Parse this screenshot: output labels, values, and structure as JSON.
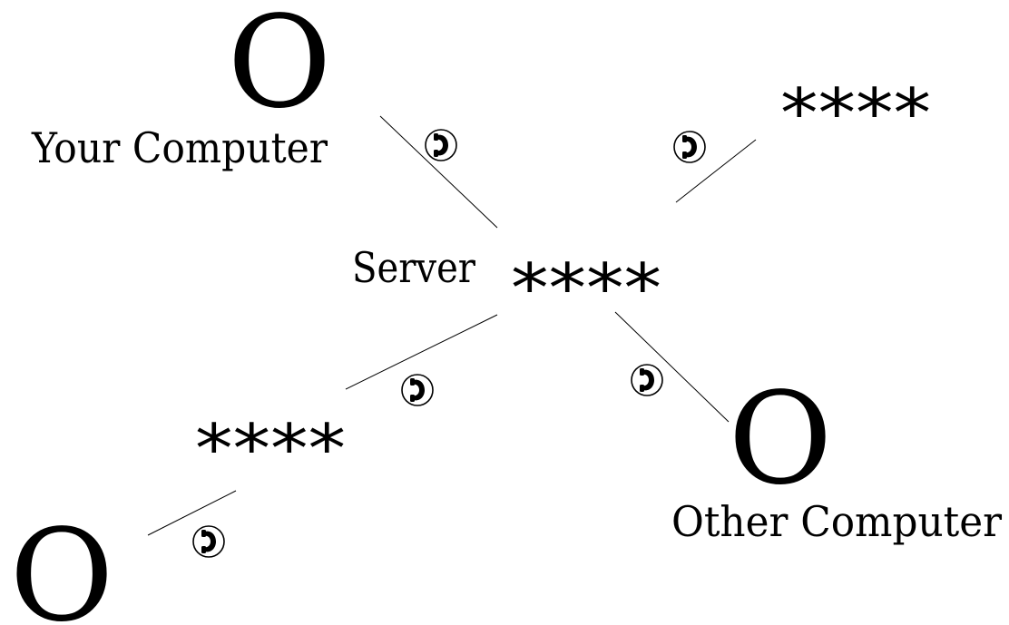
{
  "diagram": {
    "nodes": {
      "your_computer": {
        "symbol": "O",
        "label": "Your Computer"
      },
      "server": {
        "symbol": "****",
        "label": "Server"
      },
      "relay_top_right": {
        "symbol": "****"
      },
      "relay_bottom_left": {
        "symbol": "****"
      },
      "other_computer": {
        "symbol": "O",
        "label": "Other Computer"
      },
      "bottom_left_computer": {
        "symbol": "O"
      }
    },
    "connection_icon": "phone-icon",
    "colors": {
      "ink": "#000000",
      "background": "#ffffff"
    }
  }
}
